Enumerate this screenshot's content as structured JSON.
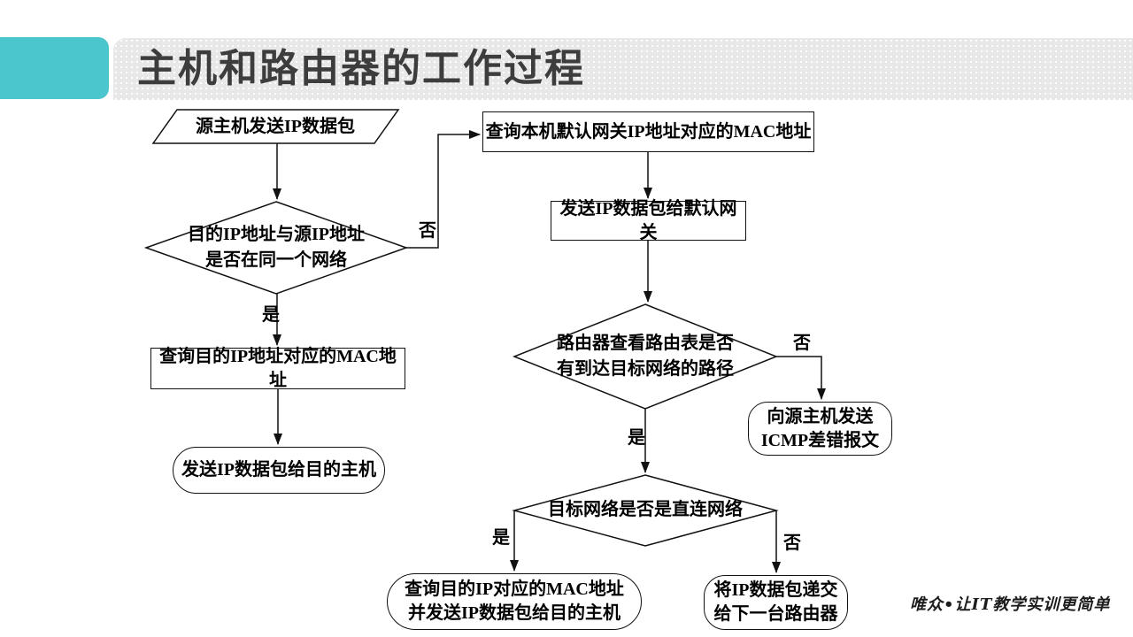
{
  "title": {
    "text": "主机和路由器的工作过程"
  },
  "colors": {
    "accent": "#4bc6cc",
    "bar": "#e8e8e8",
    "line": "#111111",
    "title_color": "#3d3d3d"
  },
  "flowchart": {
    "nodes": [
      {
        "id": "start",
        "type": "parallelogram",
        "lines": [
          "源主机发送IP数据包"
        ]
      },
      {
        "id": "same-network-decision",
        "type": "decision",
        "lines": [
          "目的IP地址与源IP地址",
          "是否在同一个网络"
        ]
      },
      {
        "id": "query-gateway-mac",
        "type": "process",
        "lines": [
          "查询本机默认网关IP地址对应的MAC地址"
        ]
      },
      {
        "id": "send-to-gateway",
        "type": "process",
        "lines": [
          "发送IP数据包给默认网关"
        ]
      },
      {
        "id": "query-dest-mac",
        "type": "process",
        "lines": [
          "查询目的IP地址对应的MAC地址"
        ]
      },
      {
        "id": "send-to-dest-host",
        "type": "terminal",
        "lines": [
          "发送IP数据包给目的主机"
        ]
      },
      {
        "id": "route-path-decision",
        "type": "decision",
        "lines": [
          "路由器查看路由表是否",
          "有到达目标网络的路径"
        ]
      },
      {
        "id": "icmp-error",
        "type": "terminal",
        "lines": [
          "向源主机发送",
          "ICMP差错报文"
        ]
      },
      {
        "id": "direct-network-decision",
        "type": "decision",
        "lines": [
          "目标网络是否是直连网络"
        ]
      },
      {
        "id": "query-and-send-dest",
        "type": "terminal",
        "lines": [
          "查询目的IP对应的MAC地址",
          "并发送IP数据包给目的主机"
        ]
      },
      {
        "id": "forward-next-router",
        "type": "terminal",
        "lines": [
          "将IP数据包递交",
          "给下一台路由器"
        ]
      }
    ],
    "edge_labels": {
      "yes": "是",
      "no": "否"
    }
  },
  "watermark": {
    "text": "唯众•让IT教学实训更简单"
  }
}
